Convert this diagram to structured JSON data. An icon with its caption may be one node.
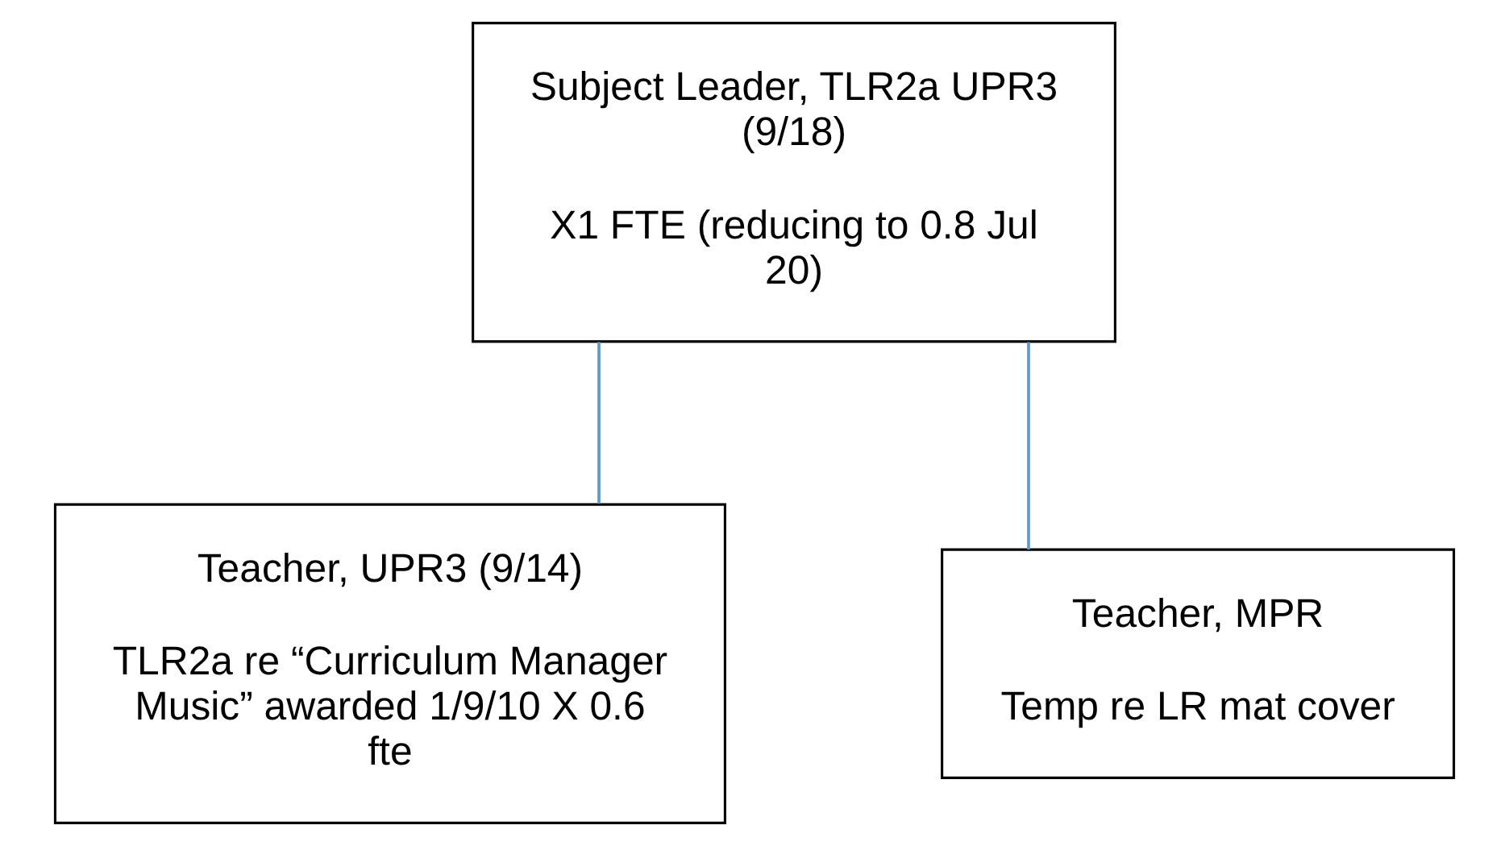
{
  "diagram": {
    "nodes": [
      {
        "text": [
          "Subject Leader, TLR2a UPR3 (9/18)",
          "X1 FTE (reducing to 0.8 Jul 20)"
        ]
      },
      {
        "text": [
          "Teacher, UPR3 (9/14)",
          "TLR2a re “Curriculum Manager Music” awarded 1/9/10 X 0.6 fte"
        ]
      },
      {
        "text": [
          "Teacher, MPR",
          "Temp re LR mat cover"
        ]
      }
    ],
    "edges": [
      {
        "from": 0,
        "to": 1,
        "arrow": "none"
      },
      {
        "from": 0,
        "to": 2,
        "arrow": "none"
      }
    ]
  }
}
